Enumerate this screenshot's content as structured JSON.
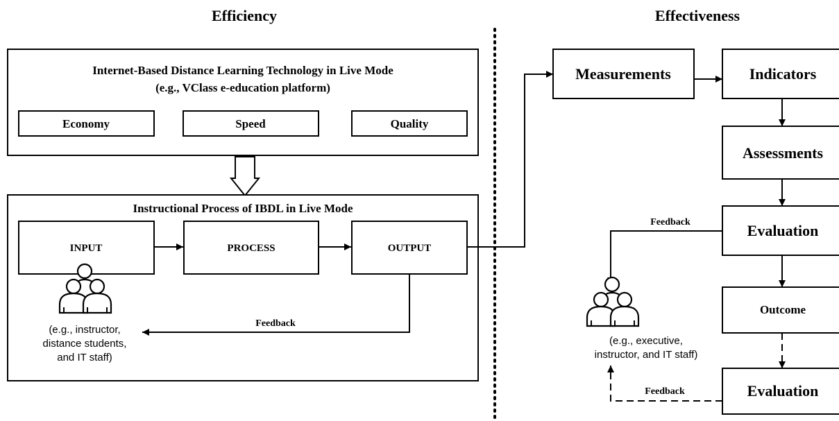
{
  "headers": {
    "efficiency": "Efficiency",
    "effectiveness": "Effectiveness"
  },
  "technology_box": {
    "title_line1": "Internet-Based Distance Learning Technology in Live Mode",
    "title_line2": "(e.g., VClass e-education platform)",
    "items": [
      "Economy",
      "Speed",
      "Quality"
    ]
  },
  "process_box": {
    "title": "Instructional Process of IBDL in Live Mode",
    "input": "INPUT",
    "process": "PROCESS",
    "output": "OUTPUT",
    "feedback": "Feedback",
    "people_lines": [
      "(e.g., instructor,",
      "distance students,",
      "and IT staff)"
    ]
  },
  "effectiveness_chain": {
    "measurements": "Measurements",
    "indicators": "Indicators",
    "assessments": "Assessments",
    "evaluation1": "Evaluation",
    "outcome": "Outcome",
    "evaluation2": "Evaluation",
    "feedback_top": "Feedback",
    "feedback_bottom": "Feedback",
    "people_lines": [
      "(e.g., executive,",
      "instructor, and IT staff)"
    ]
  }
}
